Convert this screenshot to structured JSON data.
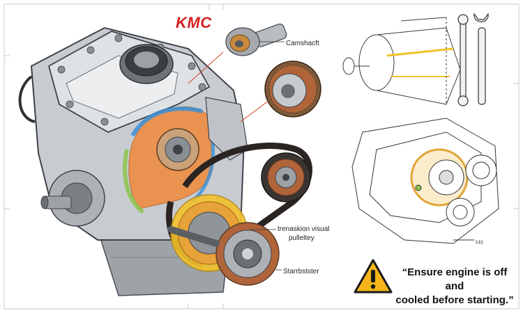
{
  "brand": {
    "name": "KMC"
  },
  "labels": {
    "camshaft": "Camshacft",
    "transmission_line1": "trenaskion visual",
    "transmission_line2": "pulleltey",
    "starter": "Starrbstster",
    "small_detail": "hhl"
  },
  "warning": {
    "line1": "“Ensure engine is off and",
    "line2": "cooled before starting.”",
    "icon": "warning-triangle-icon",
    "icon_color": "#f5b51b"
  },
  "colors": {
    "brand_red": "#d42020",
    "belt": "#2a2522",
    "pulley_copper": "#b0643a",
    "highlight_orange": "#f08a3a",
    "highlight_blue": "#3a8fd8",
    "highlight_green": "#8bc34a",
    "highlight_yellow": "#f3c12a"
  }
}
